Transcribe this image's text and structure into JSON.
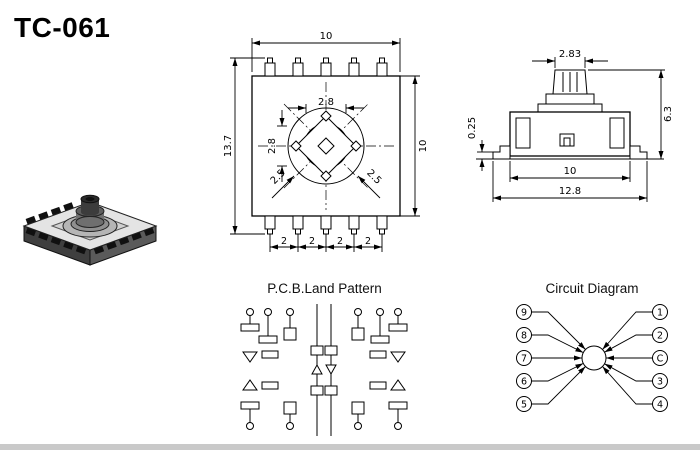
{
  "title": "TC-061",
  "top_view": {
    "dim_body_width": "10",
    "dim_total_height": "13.7",
    "dim_body_height": "10",
    "dim_center_h": "2.8",
    "dim_center_v": "2.8",
    "dim_diag_left": "2.5",
    "dim_diag_right": "2.5",
    "pin_pitch": [
      "2",
      "2",
      "2",
      "2"
    ]
  },
  "side_view": {
    "dim_stem_width": "2.83",
    "dim_height": "6.3",
    "dim_lead_thickness": "0.25",
    "dim_body_width": "10",
    "dim_total_width": "12.8"
  },
  "sections": {
    "pcb_label": "P.C.B.Land Pattern",
    "circuit_label": "Circuit Diagram"
  },
  "circuit_diagram": {
    "left_terminals": [
      "9",
      "8",
      "7",
      "6",
      "5"
    ],
    "right_terminals": [
      "1",
      "2",
      "C",
      "3",
      "4"
    ]
  },
  "colors": {
    "line": "#000000",
    "body_gray": "#e4e4e4",
    "dark_gray": "#3f3f3f",
    "bottom_bar": "#c9c9c9"
  }
}
